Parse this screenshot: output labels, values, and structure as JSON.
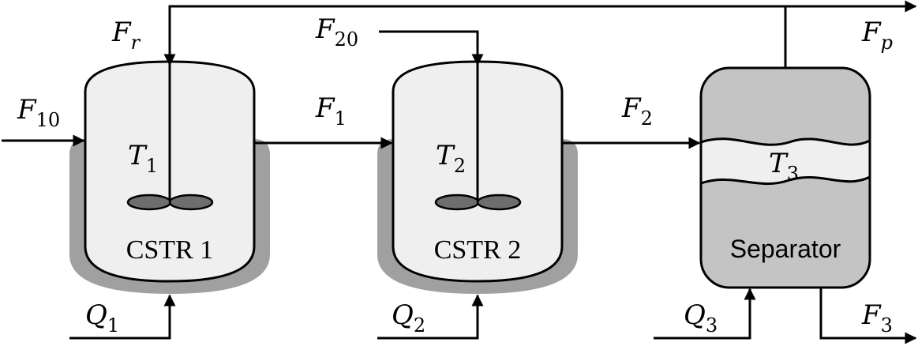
{
  "units": {
    "cstr1": {
      "label": "CSTR 1"
    },
    "cstr2": {
      "label": "CSTR 2"
    },
    "separator": {
      "label": "Separator"
    }
  },
  "streams": {
    "F10": {
      "base": "F",
      "sub": "10"
    },
    "Fr": {
      "base": "F",
      "sub": "r"
    },
    "F1": {
      "base": "F",
      "sub": "1"
    },
    "F20": {
      "base": "F",
      "sub": "20"
    },
    "F2": {
      "base": "F",
      "sub": "2"
    },
    "Fp": {
      "base": "F",
      "sub": "p"
    },
    "F3": {
      "base": "F",
      "sub": "3"
    }
  },
  "temperatures": {
    "T1": {
      "base": "T",
      "sub": "1"
    },
    "T2": {
      "base": "T",
      "sub": "2"
    },
    "T3": {
      "base": "T",
      "sub": "3"
    }
  },
  "heat": {
    "Q1": {
      "base": "Q",
      "sub": "1"
    },
    "Q2": {
      "base": "Q",
      "sub": "2"
    },
    "Q3": {
      "base": "Q",
      "sub": "3"
    }
  },
  "colors": {
    "vessel_fill": "#efefef",
    "jacket": "#a0a0a0",
    "separator_fill": "#c4c4c4",
    "impeller": "#6e6e6e",
    "stroke": "#000000"
  }
}
